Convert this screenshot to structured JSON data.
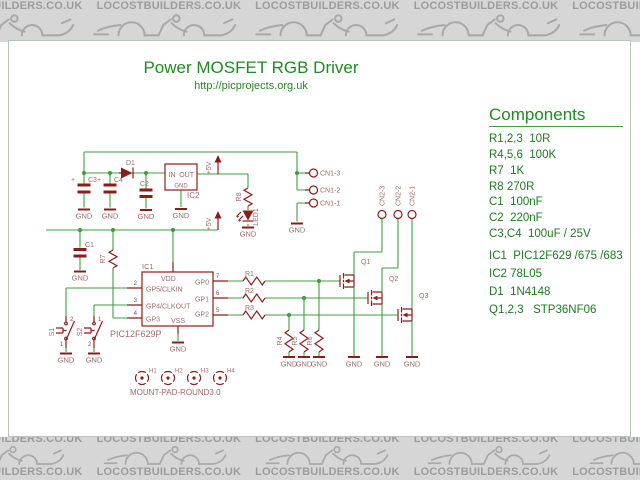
{
  "banner": {
    "text": "LOCOSTBUILDERS.CO.UK"
  },
  "header": {
    "title": "Power MOSFET RGB Driver",
    "subtitle": "http://picprojects.org.uk"
  },
  "components": {
    "title": "Components",
    "items": [
      "R1,2,3  10R",
      "R4,5,6  100K",
      "R7  1K",
      "R8 270R",
      "C1  100nF",
      "C2  220nF",
      "C3,C4  100uF / 25V",
      "IC1  PIC12F629 /675 /683",
      "IC2 78L05",
      "D1  1N4148",
      "Q1,2,3   STP36NF06"
    ]
  },
  "sch": {
    "gnd": "GND",
    "plus5v": "+5V",
    "plus": "+",
    "power": {
      "d1": "D1",
      "c1": "C1",
      "c2": "C2",
      "c3": "C3",
      "c4": "C4",
      "ic2": "IC2",
      "in": "IN",
      "out": "OUT",
      "r8": "R8",
      "led1": "LED1"
    },
    "cn1": {
      "p3": "CN1-3",
      "p2": "CN1-2",
      "p1": "CN1-1"
    },
    "cn2": {
      "p3": "CN2-3",
      "p2": "CN2-2",
      "p1": "CN2-1"
    },
    "ic1": {
      "ref": "IC1",
      "part": "PIC12F629P",
      "vdd": "VDD",
      "vss": "VSS",
      "gp5": "GP5/CLKIN",
      "gp4": "GP4/CLKOUT",
      "gp3": "GP3",
      "gp0": "GP0",
      "gp1": "GP1",
      "gp2": "GP2",
      "n2": "2",
      "n3": "3",
      "n4": "4",
      "n5": "5",
      "n6": "6",
      "n7": "7"
    },
    "r": {
      "r1": "R1",
      "r2": "R2",
      "r3": "R3",
      "r4": "R4",
      "r5": "R5",
      "r6": "R6",
      "r7": "R7"
    },
    "sw": {
      "s1": "S1",
      "s2": "S2",
      "n1": "1",
      "n2": "2"
    },
    "q": {
      "q1": "Q1",
      "q2": "Q2",
      "q3": "Q3"
    },
    "mount": {
      "h1": "H1",
      "h2": "H2",
      "h3": "H3",
      "h4": "H4",
      "label": "MOUNT-PAD-ROUND3.0"
    }
  },
  "colors": {
    "wire_green": "#3f9e3f",
    "symbol_red": "#8e1b1b",
    "label_gray_red": "#9e6b6b",
    "pin_number_red": "#a04545",
    "title_green": "#1f8c1f",
    "list_green": "#1e7a1e",
    "banner_bg": "#d6d6d6",
    "banner_text": "#9c9c9c",
    "sheet_border": "#b4c6b4"
  }
}
